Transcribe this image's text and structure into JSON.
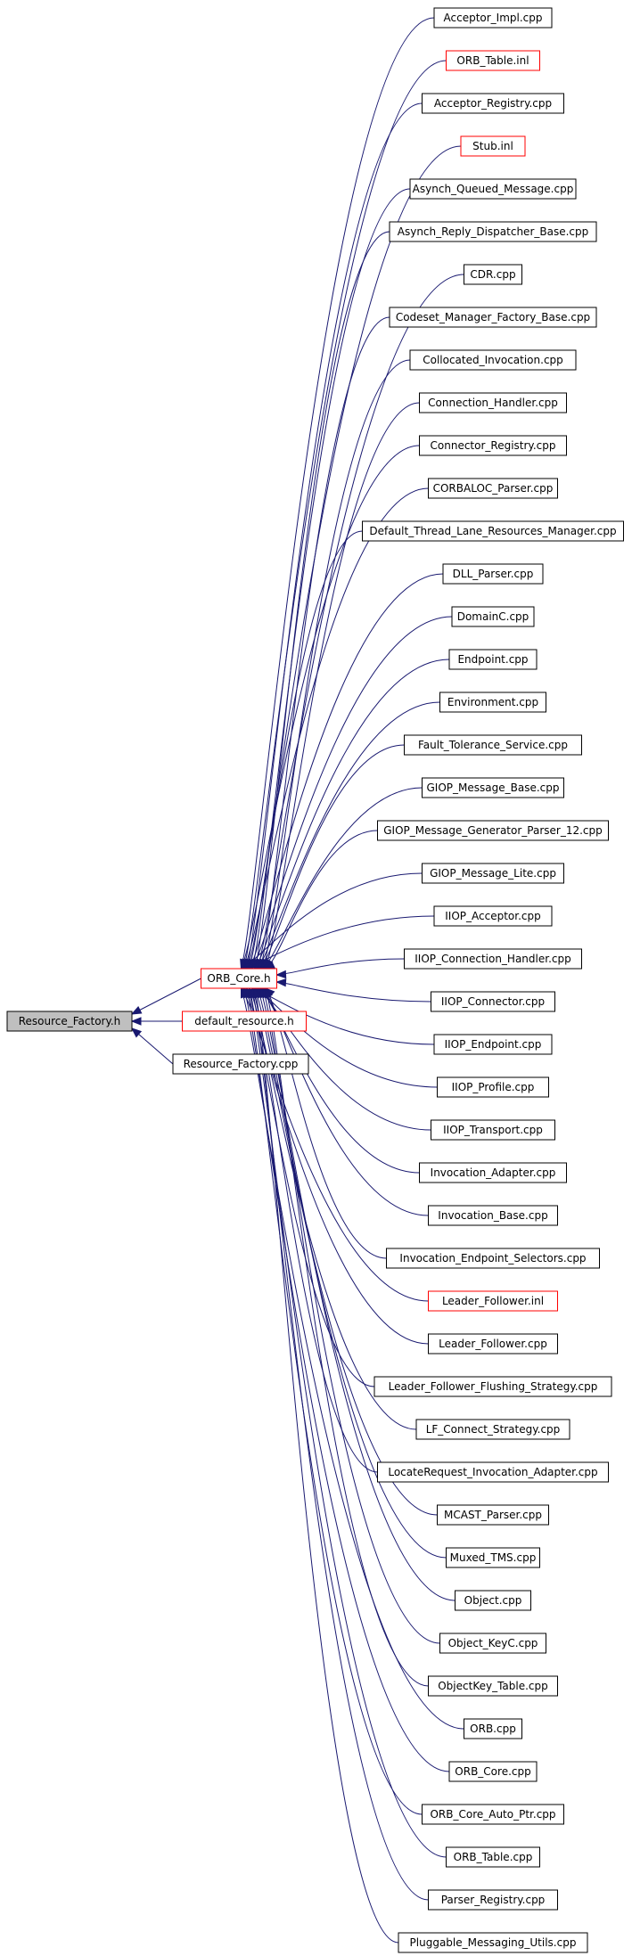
{
  "colors": {
    "edge": "#191970",
    "red_border": "#ff0000",
    "black_border": "#000000",
    "focus_fill": "#bfbfbf"
  },
  "root": {
    "label": "Resource_Factory.h"
  },
  "mid": [
    {
      "id": "orb_core_h",
      "label": "ORB_Core.h",
      "red": true
    },
    {
      "id": "default_resource_h",
      "label": "default_resource.h",
      "red": true
    },
    {
      "id": "resource_factory_cpp",
      "label": "Resource_Factory.cpp",
      "red": false
    }
  ],
  "leaves": [
    {
      "label": "Acceptor_Impl.cpp",
      "red": false
    },
    {
      "label": "ORB_Table.inl",
      "red": true
    },
    {
      "label": "Acceptor_Registry.cpp",
      "red": false
    },
    {
      "label": "Stub.inl",
      "red": true
    },
    {
      "label": "Asynch_Queued_Message.cpp",
      "red": false
    },
    {
      "label": "Asynch_Reply_Dispatcher_Base.cpp",
      "red": false
    },
    {
      "label": "CDR.cpp",
      "red": false
    },
    {
      "label": "Codeset_Manager_Factory_Base.cpp",
      "red": false
    },
    {
      "label": "Collocated_Invocation.cpp",
      "red": false
    },
    {
      "label": "Connection_Handler.cpp",
      "red": false
    },
    {
      "label": "Connector_Registry.cpp",
      "red": false
    },
    {
      "label": "CORBALOC_Parser.cpp",
      "red": false
    },
    {
      "label": "Default_Thread_Lane_Resources_Manager.cpp",
      "red": false
    },
    {
      "label": "DLL_Parser.cpp",
      "red": false
    },
    {
      "label": "DomainC.cpp",
      "red": false
    },
    {
      "label": "Endpoint.cpp",
      "red": false
    },
    {
      "label": "Environment.cpp",
      "red": false
    },
    {
      "label": "Fault_Tolerance_Service.cpp",
      "red": false
    },
    {
      "label": "GIOP_Message_Base.cpp",
      "red": false
    },
    {
      "label": "GIOP_Message_Generator_Parser_12.cpp",
      "red": false
    },
    {
      "label": "GIOP_Message_Lite.cpp",
      "red": false
    },
    {
      "label": "IIOP_Acceptor.cpp",
      "red": false
    },
    {
      "label": "IIOP_Connection_Handler.cpp",
      "red": false
    },
    {
      "label": "IIOP_Connector.cpp",
      "red": false
    },
    {
      "label": "IIOP_Endpoint.cpp",
      "red": false
    },
    {
      "label": "IIOP_Profile.cpp",
      "red": false
    },
    {
      "label": "IIOP_Transport.cpp",
      "red": false
    },
    {
      "label": "Invocation_Adapter.cpp",
      "red": false
    },
    {
      "label": "Invocation_Base.cpp",
      "red": false
    },
    {
      "label": "Invocation_Endpoint_Selectors.cpp",
      "red": false
    },
    {
      "label": "Leader_Follower.inl",
      "red": true
    },
    {
      "label": "Leader_Follower.cpp",
      "red": false
    },
    {
      "label": "Leader_Follower_Flushing_Strategy.cpp",
      "red": false
    },
    {
      "label": "LF_Connect_Strategy.cpp",
      "red": false
    },
    {
      "label": "LocateRequest_Invocation_Adapter.cpp",
      "red": false
    },
    {
      "label": "MCAST_Parser.cpp",
      "red": false
    },
    {
      "label": "Muxed_TMS.cpp",
      "red": false
    },
    {
      "label": "Object.cpp",
      "red": false
    },
    {
      "label": "Object_KeyC.cpp",
      "red": false
    },
    {
      "label": "ObjectKey_Table.cpp",
      "red": false
    },
    {
      "label": "ORB.cpp",
      "red": false
    },
    {
      "label": "ORB_Core.cpp",
      "red": false
    },
    {
      "label": "ORB_Core_Auto_Ptr.cpp",
      "red": false
    },
    {
      "label": "ORB_Table.cpp",
      "red": false
    },
    {
      "label": "Parser_Registry.cpp",
      "red": false
    },
    {
      "label": "Pluggable_Messaging_Utils.cpp",
      "red": false
    }
  ]
}
